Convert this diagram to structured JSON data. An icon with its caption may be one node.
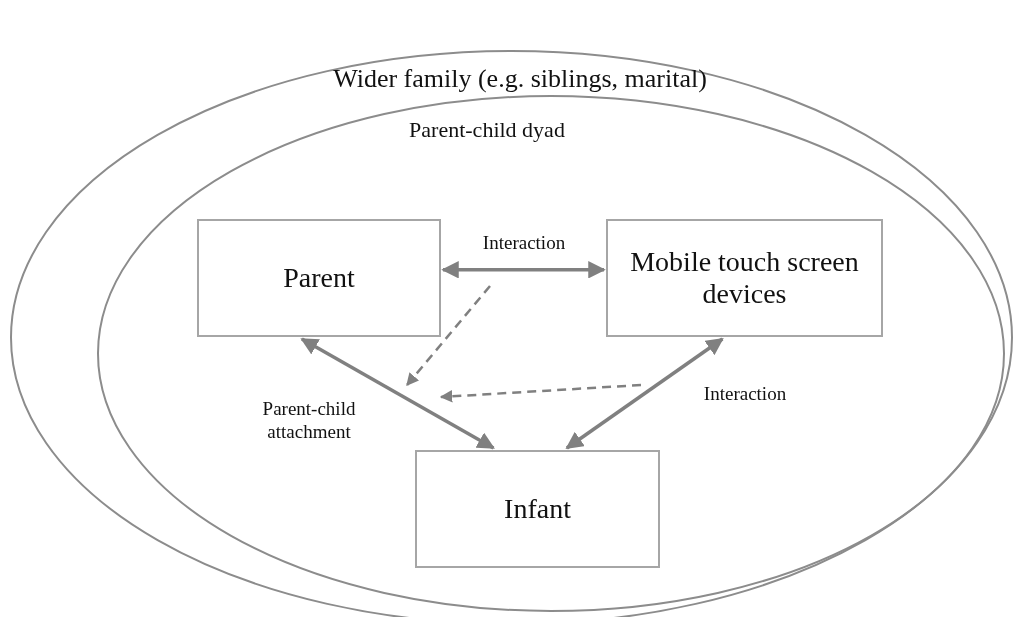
{
  "diagram": {
    "nodes": [
      {
        "text": [
          "Wider family (e.g. siblings, marital)"
        ]
      },
      {
        "text": [
          "Parent-child dyad"
        ],
        "in": 0
      },
      {
        "text": [
          "Parent"
        ],
        "in": 1
      },
      {
        "text": [
          "Mobile touch screen devices"
        ],
        "in": 1
      },
      {
        "text": [
          "Infant"
        ],
        "in": 1
      }
    ],
    "edges": [
      {
        "from": 2,
        "to": 3,
        "arrow": "both",
        "label": "Interaction"
      },
      {
        "from": 2,
        "to": 4,
        "arrow": "both",
        "label": "Parent-child attachment"
      },
      {
        "from": 3,
        "to": 4,
        "arrow": "both",
        "label": "Interaction"
      }
    ]
  }
}
